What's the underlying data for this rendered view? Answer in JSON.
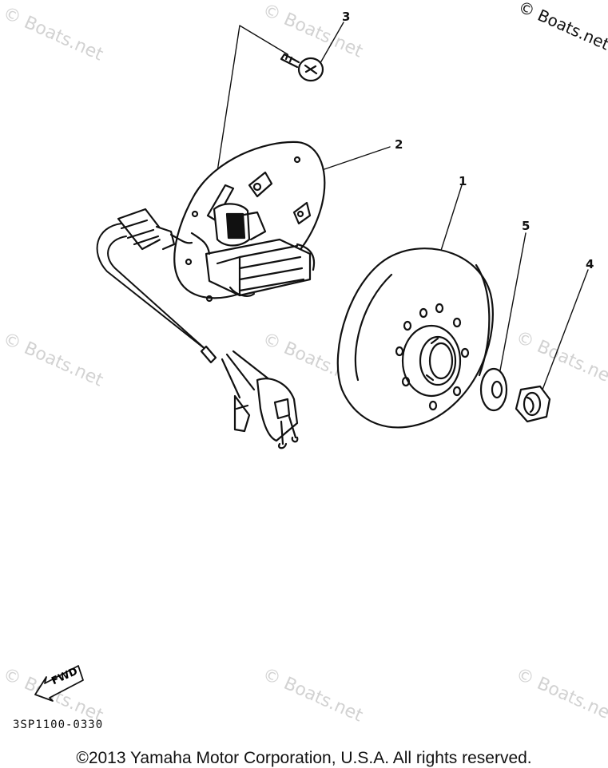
{
  "watermark": "© Boats.net",
  "callouts": [
    "1",
    "2",
    "3",
    "4",
    "5"
  ],
  "fwd_label": "FWD",
  "diagram_code": "3SP1100-0330",
  "copyright": "©2013 Yamaha Motor Corporation, U.S.A. All rights reserved."
}
